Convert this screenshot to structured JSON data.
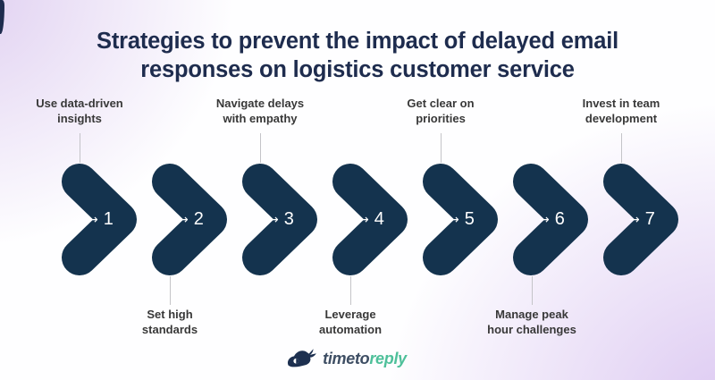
{
  "title": {
    "full": "Strategies to prevent the impact of delayed email responses on logistics customer service",
    "line1": "Strategies to prevent the impact of delayed email",
    "line2": "responses on logistics customer service"
  },
  "arrow_glyph": "→",
  "steps": [
    {
      "number": "1",
      "line1": "Use data-driven",
      "line2": "insights",
      "label_position": "top"
    },
    {
      "number": "2",
      "line1": "Set high",
      "line2": "standards",
      "label_position": "bottom"
    },
    {
      "number": "3",
      "line1": "Navigate delays",
      "line2": "with empathy",
      "label_position": "top"
    },
    {
      "number": "4",
      "line1": "Leverage",
      "line2": "automation",
      "label_position": "bottom"
    },
    {
      "number": "5",
      "line1": "Get clear on",
      "line2": "priorities",
      "label_position": "top"
    },
    {
      "number": "6",
      "line1": "Manage peak",
      "line2": "hour challenges",
      "label_position": "bottom"
    },
    {
      "number": "7",
      "line1": "Invest in team",
      "line2": "development",
      "label_position": "top"
    }
  ],
  "logo": {
    "icon": "rabbit-icon",
    "text_navy": "timeto",
    "text_green": "reply"
  },
  "colors": {
    "chevron": "#14334e",
    "title": "#1e2c4e",
    "label": "#383838",
    "connector": "#c4c4c8",
    "number": "#ffffff",
    "logo_navy": "#3e4e64",
    "logo_green": "#4ec09a",
    "bg_lavender": "#e3d3f1"
  }
}
